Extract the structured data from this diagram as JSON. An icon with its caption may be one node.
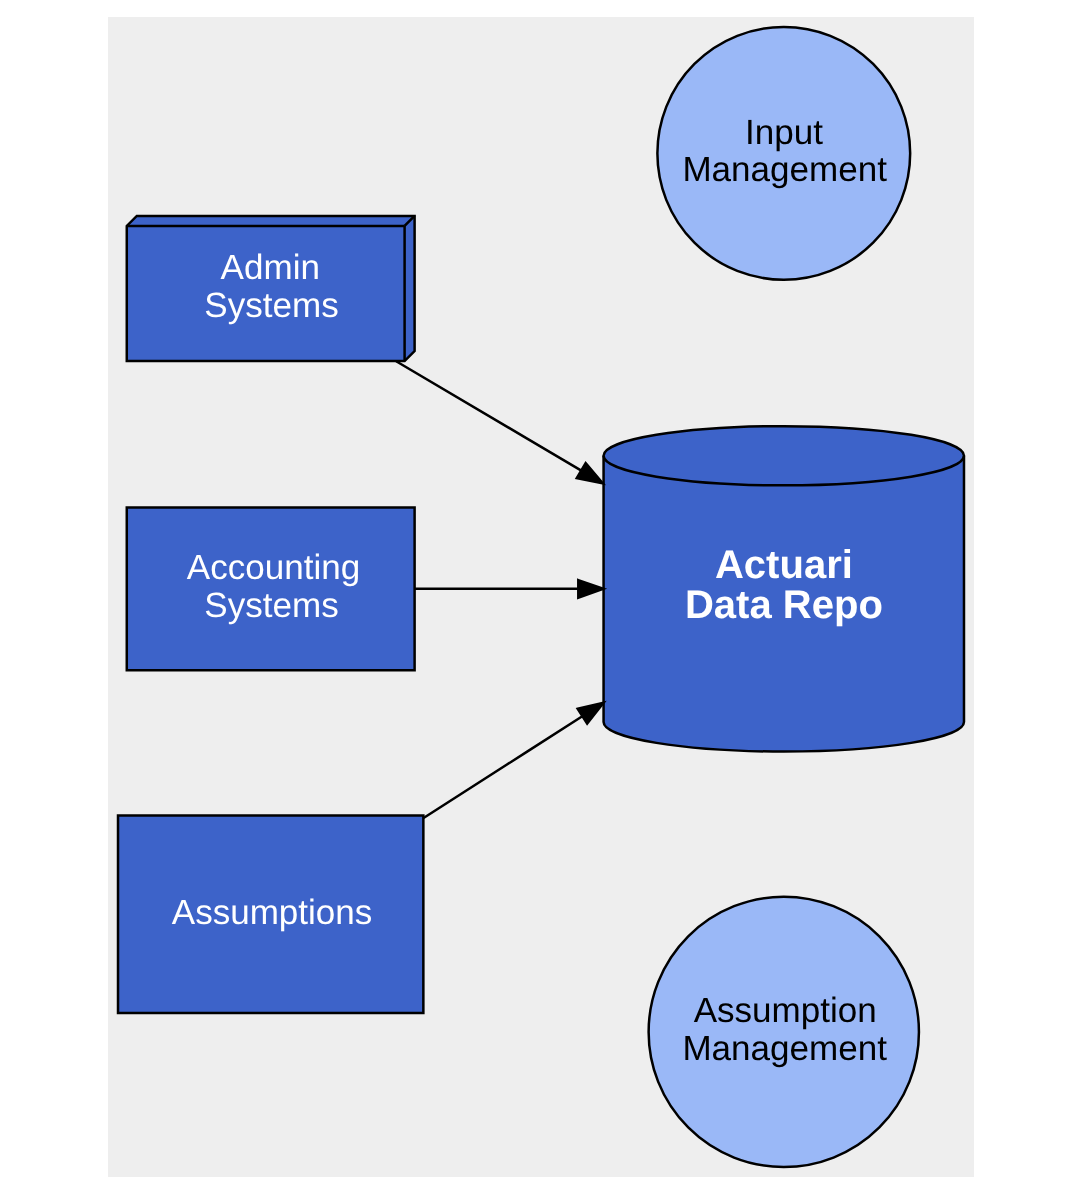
{
  "diagram": {
    "nodes": [
      {
        "text": [
          "Admin Systems"
        ]
      },
      {
        "text": [
          "Input Management"
        ]
      },
      {
        "text": [
          "Accounting Systems"
        ]
      },
      {
        "text": [
          "Actuari Data Repo"
        ]
      },
      {
        "text": [
          "Assumptions"
        ]
      },
      {
        "text": [
          "Assumption Management"
        ]
      }
    ],
    "edges": [
      {
        "from": 0,
        "to": 3,
        "arrow": "to"
      },
      {
        "from": 2,
        "to": 3,
        "arrow": "to"
      },
      {
        "from": 4,
        "to": 3,
        "arrow": "to"
      }
    ]
  }
}
